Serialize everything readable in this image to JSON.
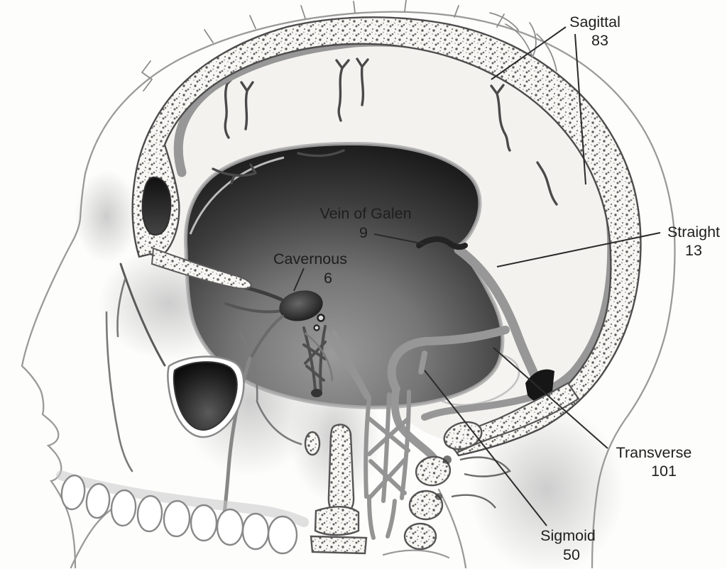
{
  "figure": {
    "labels": {
      "sagittal": {
        "text": "Sagittal",
        "value": "83"
      },
      "straight": {
        "text": "Straight",
        "value": "13"
      },
      "vein_of_galen": {
        "text": "Vein of Galen",
        "value": "9"
      },
      "cavernous": {
        "text": "Cavernous",
        "value": "6"
      },
      "transverse": {
        "text": "Transverse",
        "value": "101"
      },
      "sigmoid": {
        "text": "Sigmoid",
        "value": "50"
      }
    },
    "colors": {
      "background": "#fdfdfc",
      "label_text": "#1e1e1e",
      "leader_line": "#2b2b2b",
      "sinus_gray": "#979797",
      "dark_structure": "#191919",
      "bone_outline": "#4c4c4c",
      "skin_line": "#9a9a9a"
    }
  }
}
